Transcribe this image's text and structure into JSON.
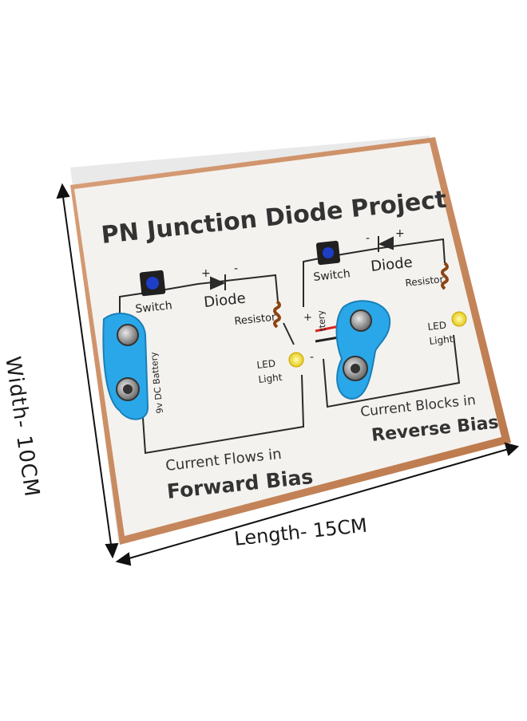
{
  "board": {
    "title": "PN Junction Diode Project",
    "left_circuit": {
      "switch_label": "Switch",
      "diode_label": "Diode",
      "diode_plus": "+",
      "diode_minus": "-",
      "resistor_label": "Resistor",
      "led_label_line1": "LED",
      "led_label_line2": "Light",
      "battery_label": "9v DC Battery",
      "caption_line1": "Current Flows in",
      "caption_line2": "Forward Bias"
    },
    "right_circuit": {
      "switch_label": "Switch",
      "diode_label": "Diode",
      "diode_minus": "-",
      "diode_plus": "+",
      "resistor_label": "Resistor",
      "led_label_line1": "LED",
      "led_label_line2": "Light",
      "battery_plus": "+",
      "battery_minus": "-",
      "battery_label": "ttery",
      "caption_line1": "Current Blocks in",
      "caption_line2": "Reverse Bias"
    }
  },
  "dimensions": {
    "width_label": "Width- 10CM",
    "length_label": "Length- 15CM"
  },
  "colors": {
    "board_face": "#f4f2ee",
    "board_edge": "#c98a5a",
    "switch_blue": "#1e3ec8",
    "battery_clip": "#2aa7e8",
    "led_yellow": "#f3e13a",
    "wire": "#2a2a2a"
  }
}
